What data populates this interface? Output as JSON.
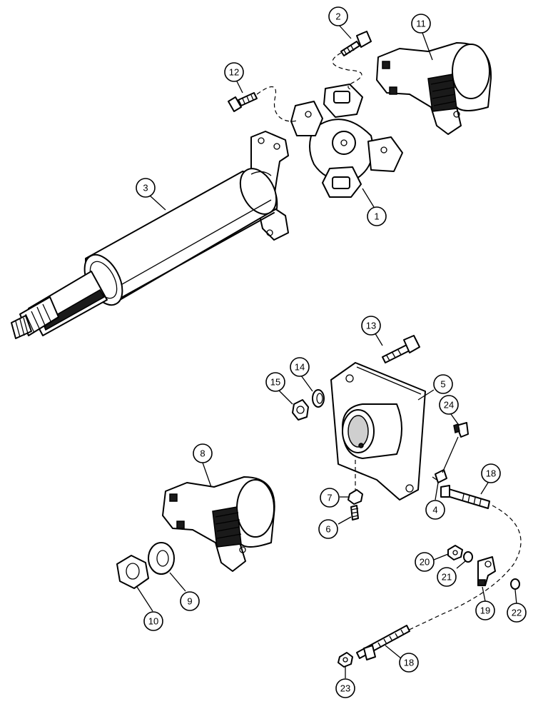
{
  "callouts": [
    {
      "id": "c1",
      "label": "1"
    },
    {
      "id": "c2",
      "label": "2"
    },
    {
      "id": "c3",
      "label": "3"
    },
    {
      "id": "c4",
      "label": "4"
    },
    {
      "id": "c5",
      "label": "5"
    },
    {
      "id": "c6",
      "label": "6"
    },
    {
      "id": "c7",
      "label": "7"
    },
    {
      "id": "c8",
      "label": "8"
    },
    {
      "id": "c9",
      "label": "9"
    },
    {
      "id": "c10",
      "label": "10"
    },
    {
      "id": "c11",
      "label": "11"
    },
    {
      "id": "c12",
      "label": "12"
    },
    {
      "id": "c13",
      "label": "13"
    },
    {
      "id": "c14",
      "label": "14"
    },
    {
      "id": "c15",
      "label": "15"
    },
    {
      "id": "c18a",
      "label": "18"
    },
    {
      "id": "c18b",
      "label": "18"
    },
    {
      "id": "c19",
      "label": "19"
    },
    {
      "id": "c20",
      "label": "20"
    },
    {
      "id": "c21",
      "label": "21"
    },
    {
      "id": "c22",
      "label": "22"
    },
    {
      "id": "c23",
      "label": "23"
    },
    {
      "id": "c24",
      "label": "24"
    }
  ]
}
